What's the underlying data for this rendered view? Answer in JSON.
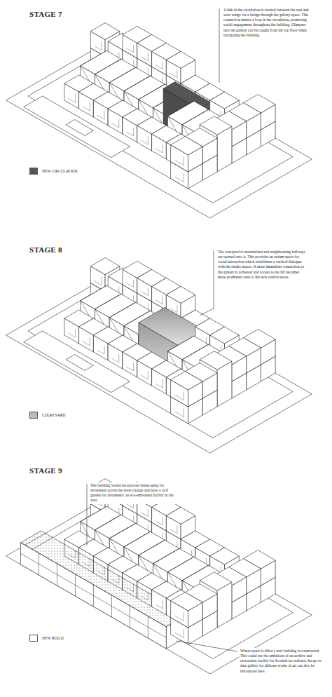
{
  "diagram": {
    "labels": [
      "STAGE 7",
      "A link in the circulation is created between the east and west wings via a bridge through the gallery space. This connection makes a loop in the circulation, promoting social engagement throughout the building. Glimpses into the gallery can be caught from the top floor when navigating the building.",
      "STAGE 8",
      "The courtyard is externalised and neighbouring hallways are opened onto it. This provides an atrium space for social interaction which establishes a vertical dialogue with the studio spaces. A more immediate connection to the gallery is achieved and access to the lift becomes more prominent next to the new central space.",
      "STAGE 9",
      "The building would incorporate landscaping for movement across the level change and have a roof garden for allotments: an eco-embodied facility in the area.",
      "Where space is filled a new building is constructed. This could see the ambitions of an archive and restoration facility for Scottish art realised. An up-to-date gallery for delicate works of art can also be introduced here."
    ],
    "legend": [
      {
        "text": "NEW CIRCULATION",
        "color": "#555555"
      },
      {
        "text": "COURTYARD",
        "color": "#bbbbbb"
      },
      {
        "text": "NEW BUILD",
        "color": "#ffffff"
      }
    ]
  }
}
